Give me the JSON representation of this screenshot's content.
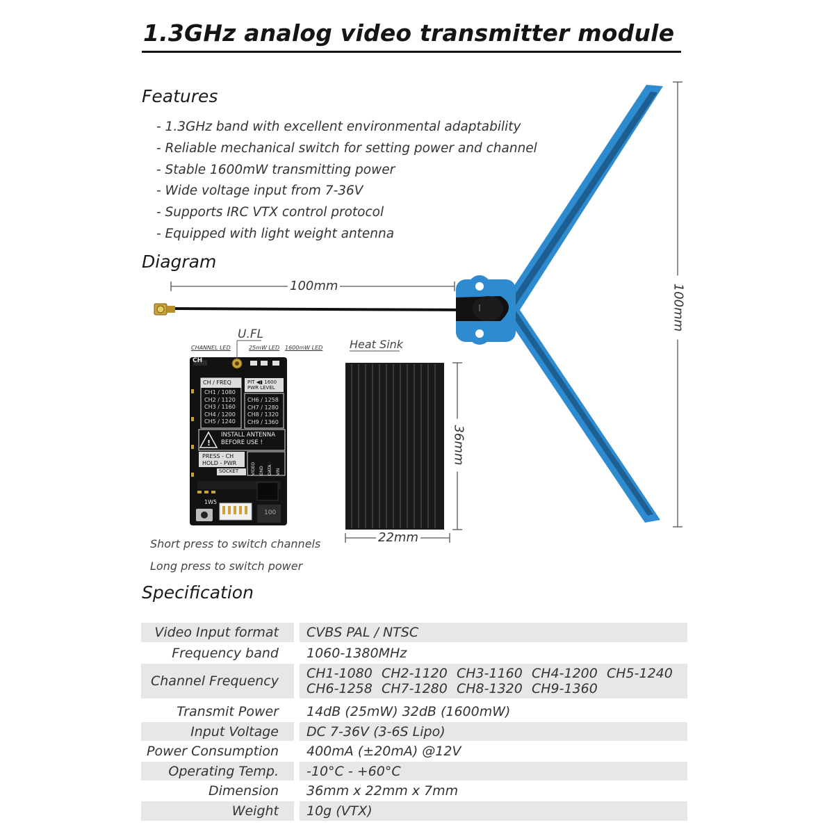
{
  "title": "1.3GHz analog video transmitter module",
  "features": {
    "heading": "Features",
    "items": [
      "- 1.3GHz band with excellent environmental adaptability",
      "- Reliable mechanical switch for setting power and channel",
      "- Stable 1600mW transmitting power",
      "- Wide voltage input from 7-36V",
      "- Supports IRC VTX control protocol",
      "- Equipped with light weight antenna"
    ]
  },
  "diagram": {
    "heading": "Diagram",
    "cable_length": "100mm",
    "antenna_length": "100mm",
    "ufl_label": "U.FL",
    "heatsink_label": "Heat Sink",
    "heatsink_height": "36mm",
    "heatsink_width": "22mm",
    "led_labels": [
      "CHANNEL LED",
      "25mW LED",
      "1600mW LED"
    ],
    "captions": [
      "Short press to switch channels",
      "Long press to switch power"
    ],
    "board": {
      "ch_label": "CH",
      "ch_freq_header": "CH / FREQ",
      "pit_header": "PIT",
      "pit_value": "1600",
      "pwr_level": "PWR LEVEL",
      "left_channels": [
        "CH1 / 1080",
        "CH2 / 1120",
        "CH3 / 1160",
        "CH4 / 1200",
        "CH5 / 1240"
      ],
      "right_channels": [
        "CH6 / 1258",
        "CH7 / 1280",
        "CH8 / 1320",
        "CH9 / 1360"
      ],
      "warning_lines": [
        "INSTALL ANTENNA",
        "BEFORE USE !"
      ],
      "press_lines": [
        "PRESS - CH",
        "HOLD - PWR"
      ],
      "socket_label": "SOCKET",
      "pins": [
        "VIDEO",
        "GND",
        "DATA",
        "VIN"
      ],
      "bottom_mark": "1W5",
      "inductor_mark": "100"
    }
  },
  "specification": {
    "heading": "Specification",
    "rows": [
      {
        "label": "Video Input format",
        "value": "CVBS  PAL / NTSC"
      },
      {
        "label": "Frequency band",
        "value": "1060-1380MHz"
      },
      {
        "label": "Channel Frequency",
        "line1": [
          "CH1-1080",
          "CH2-1120",
          "CH3-1160",
          "CH4-1200",
          "CH5-1240"
        ],
        "line2": [
          "CH6-1258",
          "CH7-1280",
          "CH8-1320",
          "CH9-1360"
        ]
      },
      {
        "label": "Transmit Power",
        "value": "14dB (25mW)    32dB (1600mW)"
      },
      {
        "label": "Input Voltage",
        "value": "DC 7-36V  (3-6S Lipo)"
      },
      {
        "label": "Power Consumption",
        "value": "400mA (±20mA)   @12V"
      },
      {
        "label": "Operating Temp.",
        "value": "-10°C - +60°C"
      },
      {
        "label": "Dimension",
        "value": "36mm x 22mm x 7mm"
      },
      {
        "label": "Weight",
        "value": "10g  (VTX)"
      }
    ]
  },
  "colors": {
    "antenna_blue": "#2f8bd0",
    "antenna_dark": "#1e5f92",
    "row_shade": "#e7e7e7",
    "board_black": "#121212",
    "heatsink_dark": "#1a1a1a"
  }
}
